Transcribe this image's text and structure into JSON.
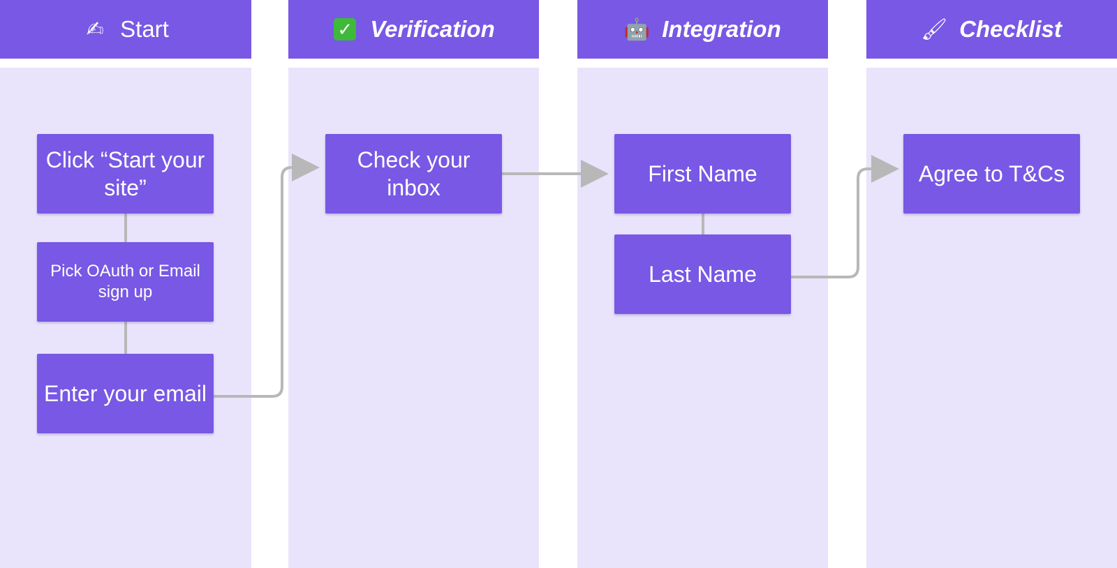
{
  "lanes": [
    {
      "title": "Start",
      "icon": "writing-hand-icon",
      "glyph": "✍"
    },
    {
      "title": "Verification",
      "icon": "check-mark-button-icon",
      "glyph": "✓"
    },
    {
      "title": "Integration",
      "icon": "robot-icon",
      "glyph": "🤖"
    },
    {
      "title": "Checklist",
      "icon": "paintbrush-icon",
      "glyph": "🖌"
    }
  ],
  "steps": {
    "click_start": "Click “Start your site”",
    "pick_oauth": "Pick OAuth or Email sign up",
    "enter_email": "Enter your email",
    "check_inbox": "Check your inbox",
    "first_name": "First Name",
    "last_name": "Last Name",
    "agree_tcs": "Agree to T&Cs"
  },
  "colors": {
    "accent": "#7858e4",
    "lane_background": "#e9e4fb",
    "connector": "#b8b8b8"
  }
}
